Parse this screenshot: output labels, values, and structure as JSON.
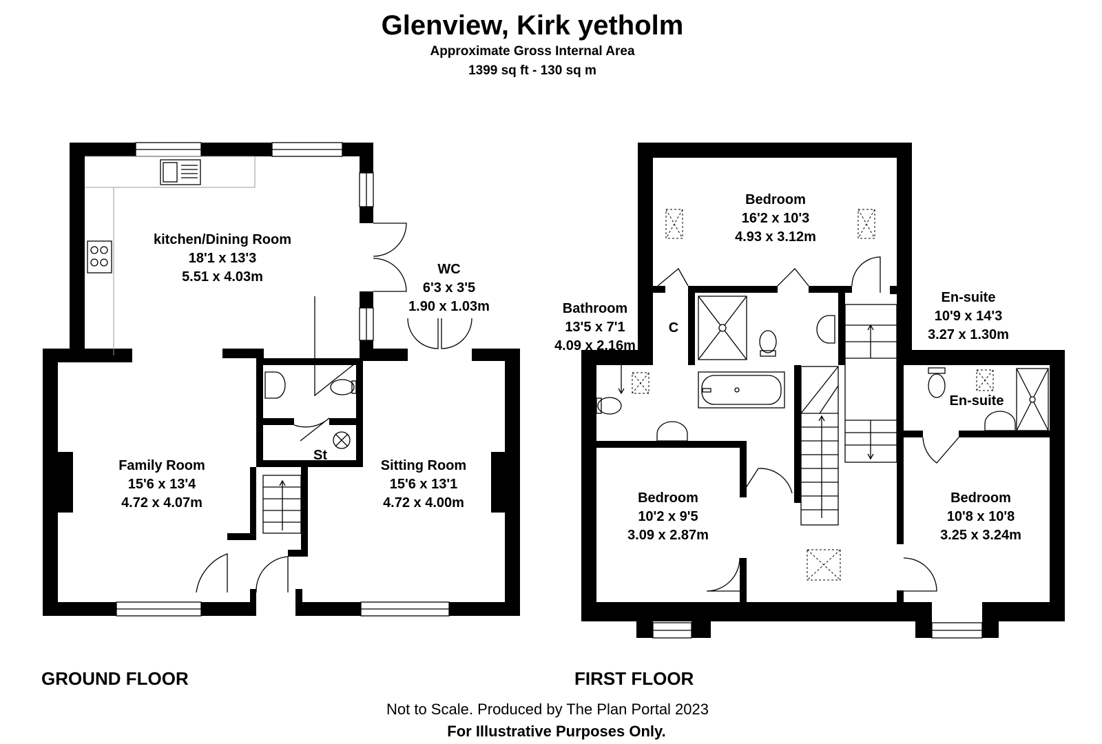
{
  "header": {
    "title": "Glenview, Kirk yetholm",
    "subtitle": "Approximate Gross Internal Area",
    "area": "1399 sq ft - 130 sq m"
  },
  "ground_floor": {
    "label": "GROUND FLOOR",
    "kitchen": {
      "name": "kitchen/Dining Room",
      "imperial": "18'1 x 13'3",
      "metric": "5.51 x 4.03m"
    },
    "wc": {
      "name": "WC",
      "imperial": "6'3 x 3'5",
      "metric": "1.90 x 1.03m"
    },
    "family": {
      "name": "Family Room",
      "imperial": "15'6 x 13'4",
      "metric": "4.72 x 4.07m"
    },
    "sitting": {
      "name": "Sitting Room",
      "imperial": "15'6 x 13'1",
      "metric": "4.72 x 4.00m"
    },
    "store": {
      "name": "St"
    }
  },
  "first_floor": {
    "label": "FIRST FLOOR",
    "bedroom_top": {
      "name": "Bedroom",
      "imperial": "16'2 x 10'3",
      "metric": "4.93 x 3.12m"
    },
    "bathroom": {
      "name": "Bathroom",
      "imperial": "13'5 x 7'1",
      "metric": "4.09 x 2.16m"
    },
    "cupboard": {
      "name": "C"
    },
    "ensuite_label": {
      "name": "En-suite",
      "imperial": "10'9 x 14'3",
      "metric": "3.27 x 1.30m"
    },
    "ensuite_room": {
      "name": "En-suite"
    },
    "bedroom_left": {
      "name": "Bedroom",
      "imperial": "10'2 x 9'5",
      "metric": "3.09 x 2.87m"
    },
    "bedroom_right": {
      "name": "Bedroom",
      "imperial": "10'8 x 10'8",
      "metric": "3.25 x 3.24m"
    }
  },
  "footer": {
    "note": "Not to Scale. Produced by The Plan Portal 2023",
    "disclaimer": "For Illustrative Purposes Only."
  }
}
